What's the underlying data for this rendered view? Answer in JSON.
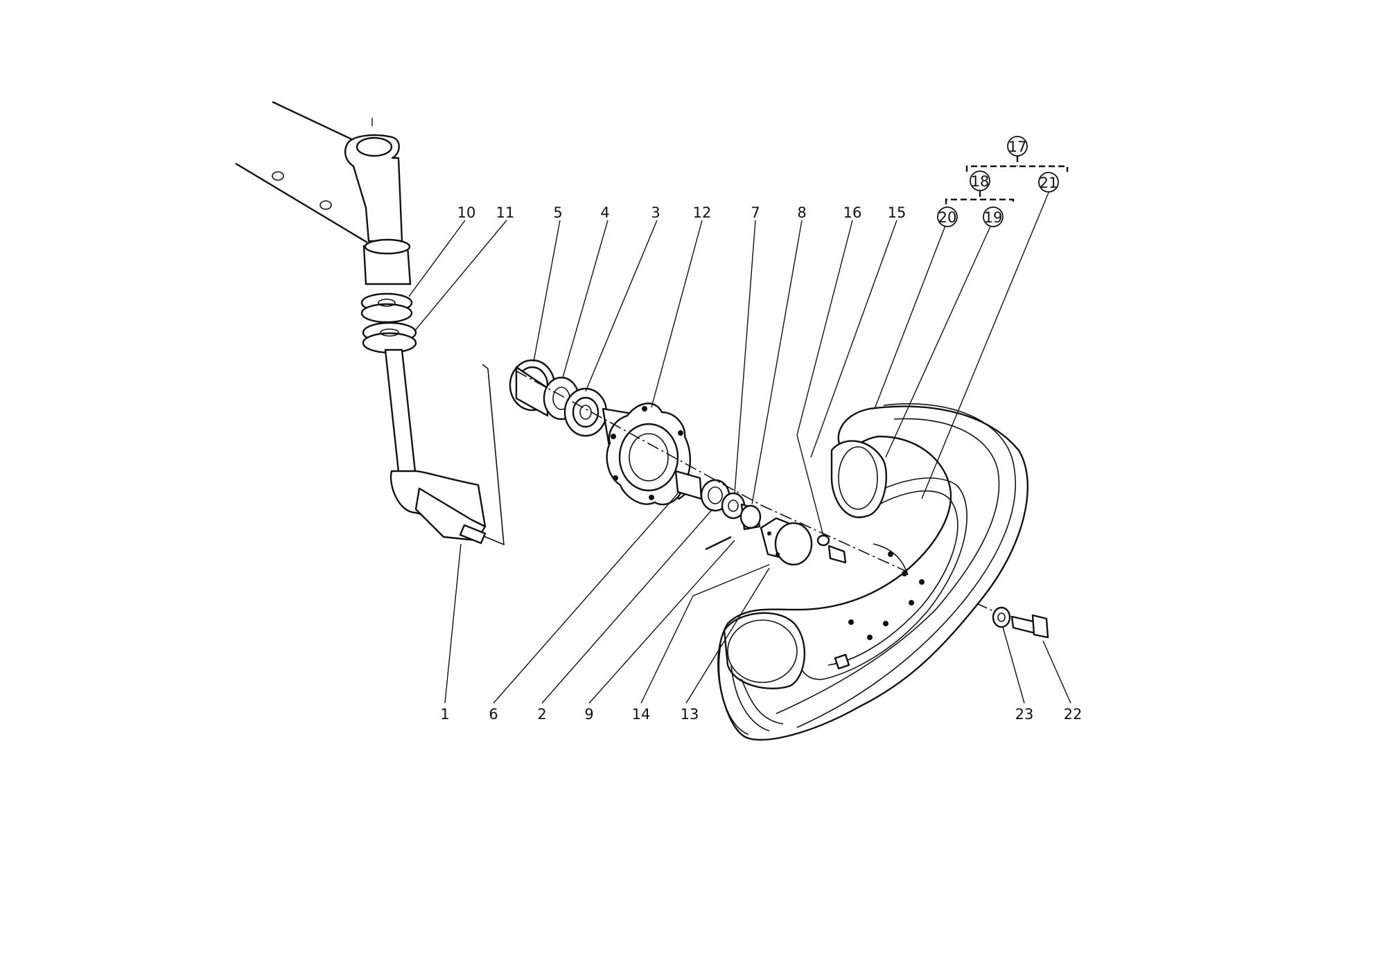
{
  "parts": [
    {
      "id": "p1",
      "label": "1"
    },
    {
      "id": "p2",
      "label": "2"
    },
    {
      "id": "p3",
      "label": "3"
    },
    {
      "id": "p4",
      "label": "4"
    },
    {
      "id": "p5",
      "label": "5"
    },
    {
      "id": "p6",
      "label": "6"
    },
    {
      "id": "p7",
      "label": "7"
    },
    {
      "id": "p8",
      "label": "8"
    },
    {
      "id": "p9",
      "label": "9"
    },
    {
      "id": "p10",
      "label": "10"
    },
    {
      "id": "p11",
      "label": "11"
    },
    {
      "id": "p12",
      "label": "12"
    },
    {
      "id": "p13",
      "label": "13"
    },
    {
      "id": "p14",
      "label": "14"
    },
    {
      "id": "p15",
      "label": "15"
    },
    {
      "id": "p16",
      "label": "16"
    },
    {
      "id": "p17",
      "label": "17"
    },
    {
      "id": "p18",
      "label": "18"
    },
    {
      "id": "p19",
      "label": "19"
    },
    {
      "id": "p20",
      "label": "20"
    },
    {
      "id": "p21",
      "label": "21"
    },
    {
      "id": "p22",
      "label": "22"
    },
    {
      "id": "p23",
      "label": "23"
    }
  ]
}
